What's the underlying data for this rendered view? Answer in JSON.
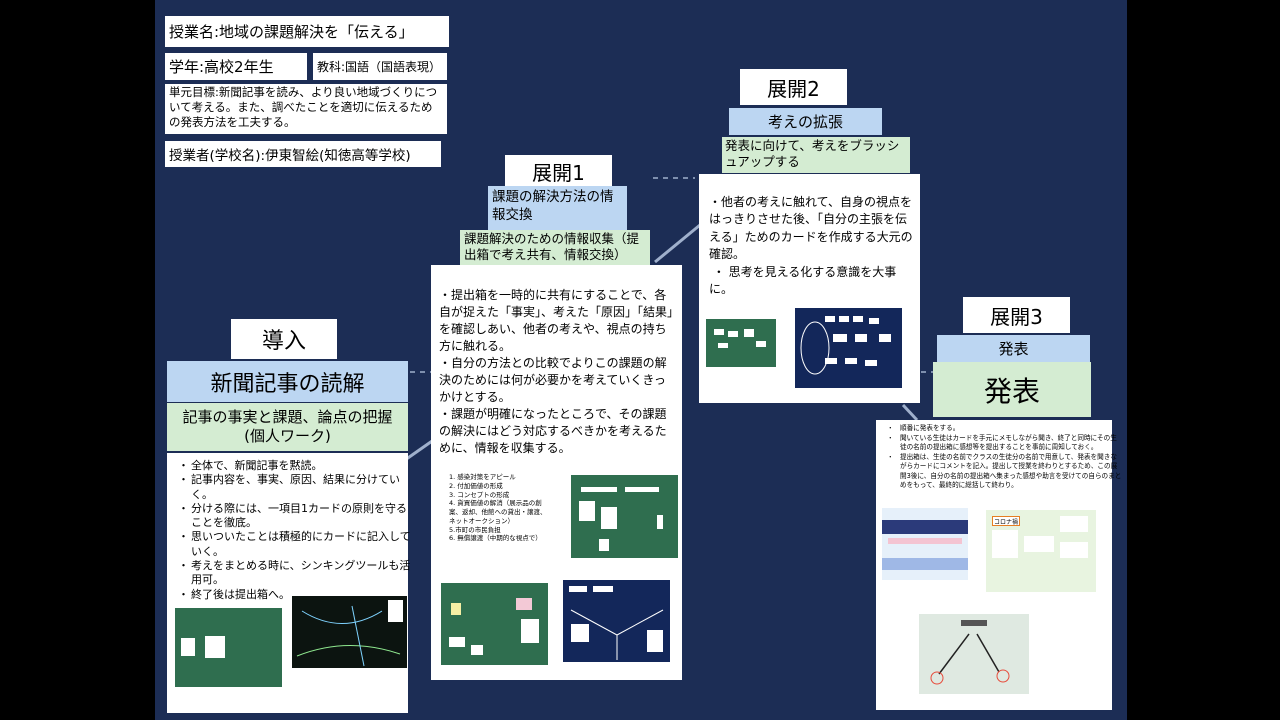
{
  "header": {
    "lesson_name": "授業名:地域の課題解決を「伝える」",
    "grade": "学年:高校2年生",
    "subject": "教科:国語（国語表現）",
    "unit_goal": "単元目標:新聞記事を読み、より良い地域づくりについて考える。また、調べたことを適切に伝えるための発表方法を工夫する。",
    "teacher": "授業者(学校名):伊東智絵(知徳高等学校)"
  },
  "intro": {
    "stage": "導入",
    "title": "新聞記事の読解",
    "subtitle": "記事の事実と課題、論点の把握(個人ワーク)",
    "bullets": [
      "全体で、新聞記事を黙読。",
      "記事内容を、事実、原因、結果に分けていく。",
      "分ける際には、一項目1カードの原則を守ることを徹底。",
      "思いついたことは積極的にカードに記入していく。",
      "考えをまとめる時に、シンキングツールも活用可。",
      "終了後は提出箱へ。"
    ]
  },
  "dev1": {
    "stage": "展開1",
    "title": "課題の解決方法の情報交換",
    "subtitle": "課題解決のための情報収集（提出箱で考え共有、情報交換）",
    "body": "・提出箱を一時的に共有にすることで、各自が捉えた「事実」、考えた「原因」「結果」を確認しあい、他者の考えや、視点の持ち方に触れる。\n・自分の方法との比較でよりこの課題の解決のためには何が必要かを考えていくきっかけとする。\n・課題が明確になったところで、その課題の解決にはどう対応するべきかを考えるために、情報を収集する。",
    "list": [
      "1. 感染対策をアピール",
      "2. 付加価値の形成",
      "3. コンセプトの形成",
      "4. 貨買価値の解消（展示品の創案、返却、他館への貸出・譲渡、ネットオークション）",
      "5.市町の市民負担",
      "6. 無償譲渡（中期的な視点で）"
    ]
  },
  "dev2": {
    "stage": "展開2",
    "title": "考えの拡張",
    "subtitle": "発表に向けて、考えをブラッシュアップする",
    "body": "・他者の考えに触れて、自身の視点をはっきりさせた後、「自分の主張を伝える」ためのカードを作成する大元の確認。\n ・ 思考を見える化する意識を大事に。"
  },
  "dev3": {
    "stage": "展開3",
    "title": "発表",
    "big": "発表",
    "bullets": [
      "順番に発表をする。",
      "聞いている生徒はカードを手元にメモしながら聞き、終了と同時にその生徒の名前の提出箱に感想等を提出することを事前に周知しておく。",
      "提出箱は、生徒の名前でクラスの生徒分の名前で用意して、発表を聞きながらカードにコメントを記入。提出して授業を終わりとするため、この展開3後に、自分の名前の提出箱へ集まった感想や助言を受けての自らのまとめをもって、最終的に総括して終わり。"
    ],
    "map_label": "コロナ禍"
  },
  "colors": {
    "slide_bg": "#1c2d55",
    "title_blue": "#bcd6f2",
    "subtitle_green": "#d4ecd2",
    "board_green": "#2f6e4f"
  }
}
